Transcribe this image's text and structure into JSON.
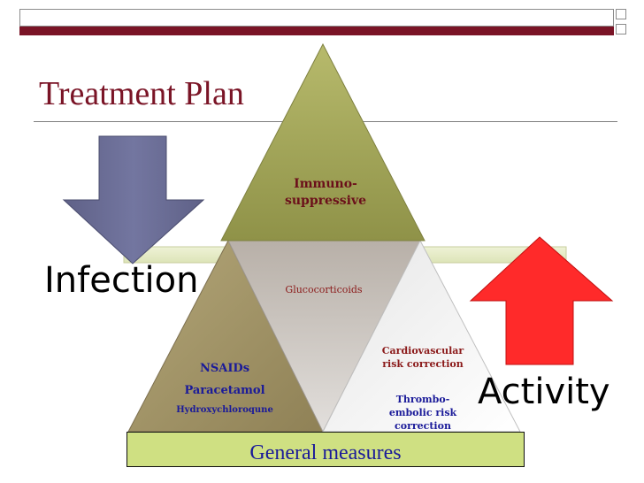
{
  "slide": {
    "title": "Treatment Plan"
  },
  "diagram": {
    "top_triangle": [
      "Immuno-",
      "suppressive"
    ],
    "middle_triangle": "Glucocorticoids",
    "left_triangle": [
      "NSAIDs",
      "Paracetamol",
      "Hydroxychloroqune"
    ],
    "right_triangle_upper": [
      "Cardiovascular",
      "risk correction"
    ],
    "right_triangle_lower": [
      "Thrombo-",
      "embolic  risk",
      "correction"
    ],
    "base_label": "General measures",
    "infection_label": "Infection",
    "activity_label": "Activity"
  },
  "colors": {
    "title": "#7a1426",
    "maroon_bar": "#7a1426",
    "down_arrow": "#6c6e96",
    "up_arrow": "#ff2a2a",
    "base_box": "#cfe082",
    "base_text": "#1a1a99",
    "top_triangle": "#a8ab5e",
    "left_triangle": "#a89a6c",
    "middle_triangle": "#c9c4bf",
    "right_triangle": "#f2f2f2",
    "bar": "#e6ecc8",
    "left_text": "#1a1a99",
    "right_upper_text": "#8b1a1a",
    "right_lower_text": "#1a1a99",
    "top_text": "#6b0f1a",
    "middle_text": "#8b1a1a"
  }
}
